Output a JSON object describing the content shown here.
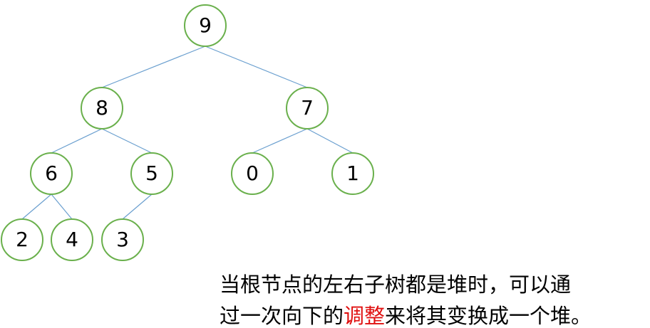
{
  "tree": {
    "nodes": [
      {
        "id": "n9",
        "label": "9"
      },
      {
        "id": "n8",
        "label": "8"
      },
      {
        "id": "n7",
        "label": "7"
      },
      {
        "id": "n6",
        "label": "6"
      },
      {
        "id": "n5",
        "label": "5"
      },
      {
        "id": "n0",
        "label": "0"
      },
      {
        "id": "n1",
        "label": "1"
      },
      {
        "id": "n2",
        "label": "2"
      },
      {
        "id": "n4",
        "label": "4"
      },
      {
        "id": "n3",
        "label": "3"
      }
    ],
    "edges": [
      [
        "n9",
        "n8"
      ],
      [
        "n9",
        "n7"
      ],
      [
        "n8",
        "n6"
      ],
      [
        "n8",
        "n5"
      ],
      [
        "n7",
        "n0"
      ],
      [
        "n7",
        "n1"
      ],
      [
        "n6",
        "n2"
      ],
      [
        "n6",
        "n4"
      ],
      [
        "n5",
        "n3"
      ]
    ],
    "colors": {
      "node_border": "#6ab04c",
      "edge": "#6a9fcf",
      "highlight": "#e01010"
    }
  },
  "caption": {
    "line1": "当根节点的左右子树都是堆时，可以通",
    "line2_before": "过一次向下的",
    "line2_highlight": "调整",
    "line2_after": "来将其变换成一个堆。"
  }
}
